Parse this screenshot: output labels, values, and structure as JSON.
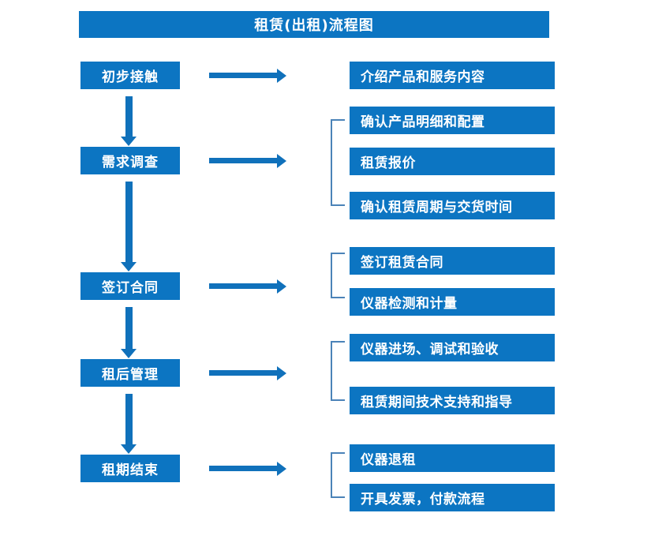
{
  "diagram": {
    "title": "租赁(出租)流程图",
    "colors": {
      "box_fill": "#0c75c2",
      "box_text": "#ffffff",
      "arrow": "#1071bb",
      "bracket": "#4b83b8",
      "background": "#ffffff"
    },
    "stages": [
      {
        "label": "初步接触"
      },
      {
        "label": "需求调查"
      },
      {
        "label": "签订合同"
      },
      {
        "label": "租后管理"
      },
      {
        "label": "租期结束"
      }
    ],
    "details": [
      {
        "label": "介绍产品和服务内容"
      },
      {
        "label": "确认产品明细和配置"
      },
      {
        "label": "租赁报价"
      },
      {
        "label": "确认租赁周期与交货时间"
      },
      {
        "label": "签订租赁合同"
      },
      {
        "label": "仪器检测和计量"
      },
      {
        "label": "仪器进场、调试和验收"
      },
      {
        "label": "租赁期间技术支持和指导"
      },
      {
        "label": "仪器退租"
      },
      {
        "label": "开具发票，付款流程"
      }
    ]
  }
}
